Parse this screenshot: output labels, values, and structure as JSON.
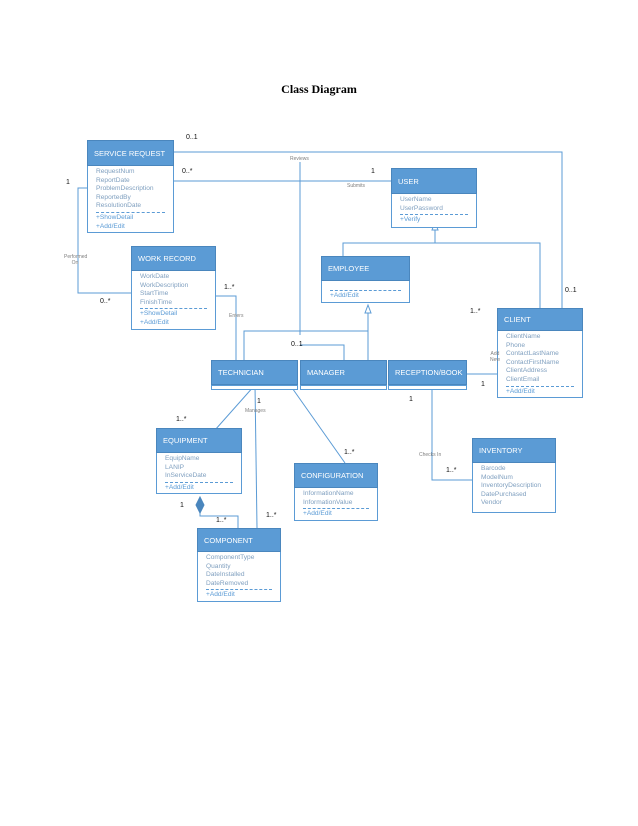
{
  "title": "Class Diagram",
  "classes": {
    "service_request": {
      "name": "SERVICE REQUEST",
      "attrs": [
        "RequestNum",
        "ReportDate",
        "ProblemDescription",
        "ReportedBy",
        "ResolutionDate"
      ],
      "ops": [
        "+ShowDetail",
        "+Add/Edit"
      ]
    },
    "user": {
      "name": "USER",
      "attrs": [
        "UserName",
        "UserPassword"
      ],
      "ops": [
        "+Verify"
      ]
    },
    "work_record": {
      "name": "WORK RECORD",
      "attrs": [
        "WorkDate",
        "WorkDescription",
        "StartTime",
        "FinishTime"
      ],
      "ops": [
        "+ShowDetail",
        "+Add/Edit"
      ]
    },
    "employee": {
      "name": "EMPLOYEE",
      "attrs": [],
      "ops": [
        "+Add/Edit"
      ]
    },
    "client": {
      "name": "CLIENT",
      "attrs": [
        "ClientName",
        "Phone",
        "ContactLastName",
        "ContactFirstName",
        "ClientAddress",
        "ClientEmail"
      ],
      "ops": [
        "+Add/Edit"
      ]
    },
    "technician": {
      "name": "TECHNICIAN"
    },
    "manager": {
      "name": "MANAGER"
    },
    "reception": {
      "name": "RECEPTION/BOOK"
    },
    "equipment": {
      "name": "EQUIPMENT",
      "attrs": [
        "EquipName",
        "LANIP",
        "InServiceDate"
      ],
      "ops": [
        "+Add/Edit"
      ]
    },
    "configuration": {
      "name": "CONFIGURATION",
      "attrs": [
        "InformationName",
        "InformationValue"
      ],
      "ops": [
        "+Add/Edit"
      ]
    },
    "inventory": {
      "name": "INVENTORY",
      "attrs": [
        "Barcode",
        "ModelNum",
        "InventoryDescription",
        "DatePurchased",
        "Vendor"
      ],
      "ops": []
    },
    "component": {
      "name": "COMPONENT",
      "attrs": [
        "ComponentType",
        "Quantity",
        "DateInstalled",
        "DateRemoved"
      ],
      "ops": [
        "+Add/Edit"
      ]
    }
  },
  "multiplicities": {
    "m01_top": "0..1",
    "m1_left": "1",
    "m0s_sr": "0..*",
    "m1_submits": "1",
    "m0s_work": "0..*",
    "m1s_enters": "1..*",
    "m01_client": "0..1",
    "m1s_client": "1..*",
    "m01_tech": "0..1",
    "m1_client2": "1",
    "m1_reception": "1",
    "m1_manages": "1",
    "m1s_equip": "1..*",
    "m1s_config": "1..*",
    "m1s_inventory": "1..*",
    "m1_equip_comp": "1",
    "m1s_comp": "1..*",
    "m1s_comp2": "1..*"
  },
  "assoc_labels": {
    "reviews": "Reviews",
    "submits": "Submits",
    "performed_on": "Performed On",
    "enters": "Enters",
    "add_new": "Add New",
    "manages": "Manages",
    "checks_in": "Checks In"
  }
}
